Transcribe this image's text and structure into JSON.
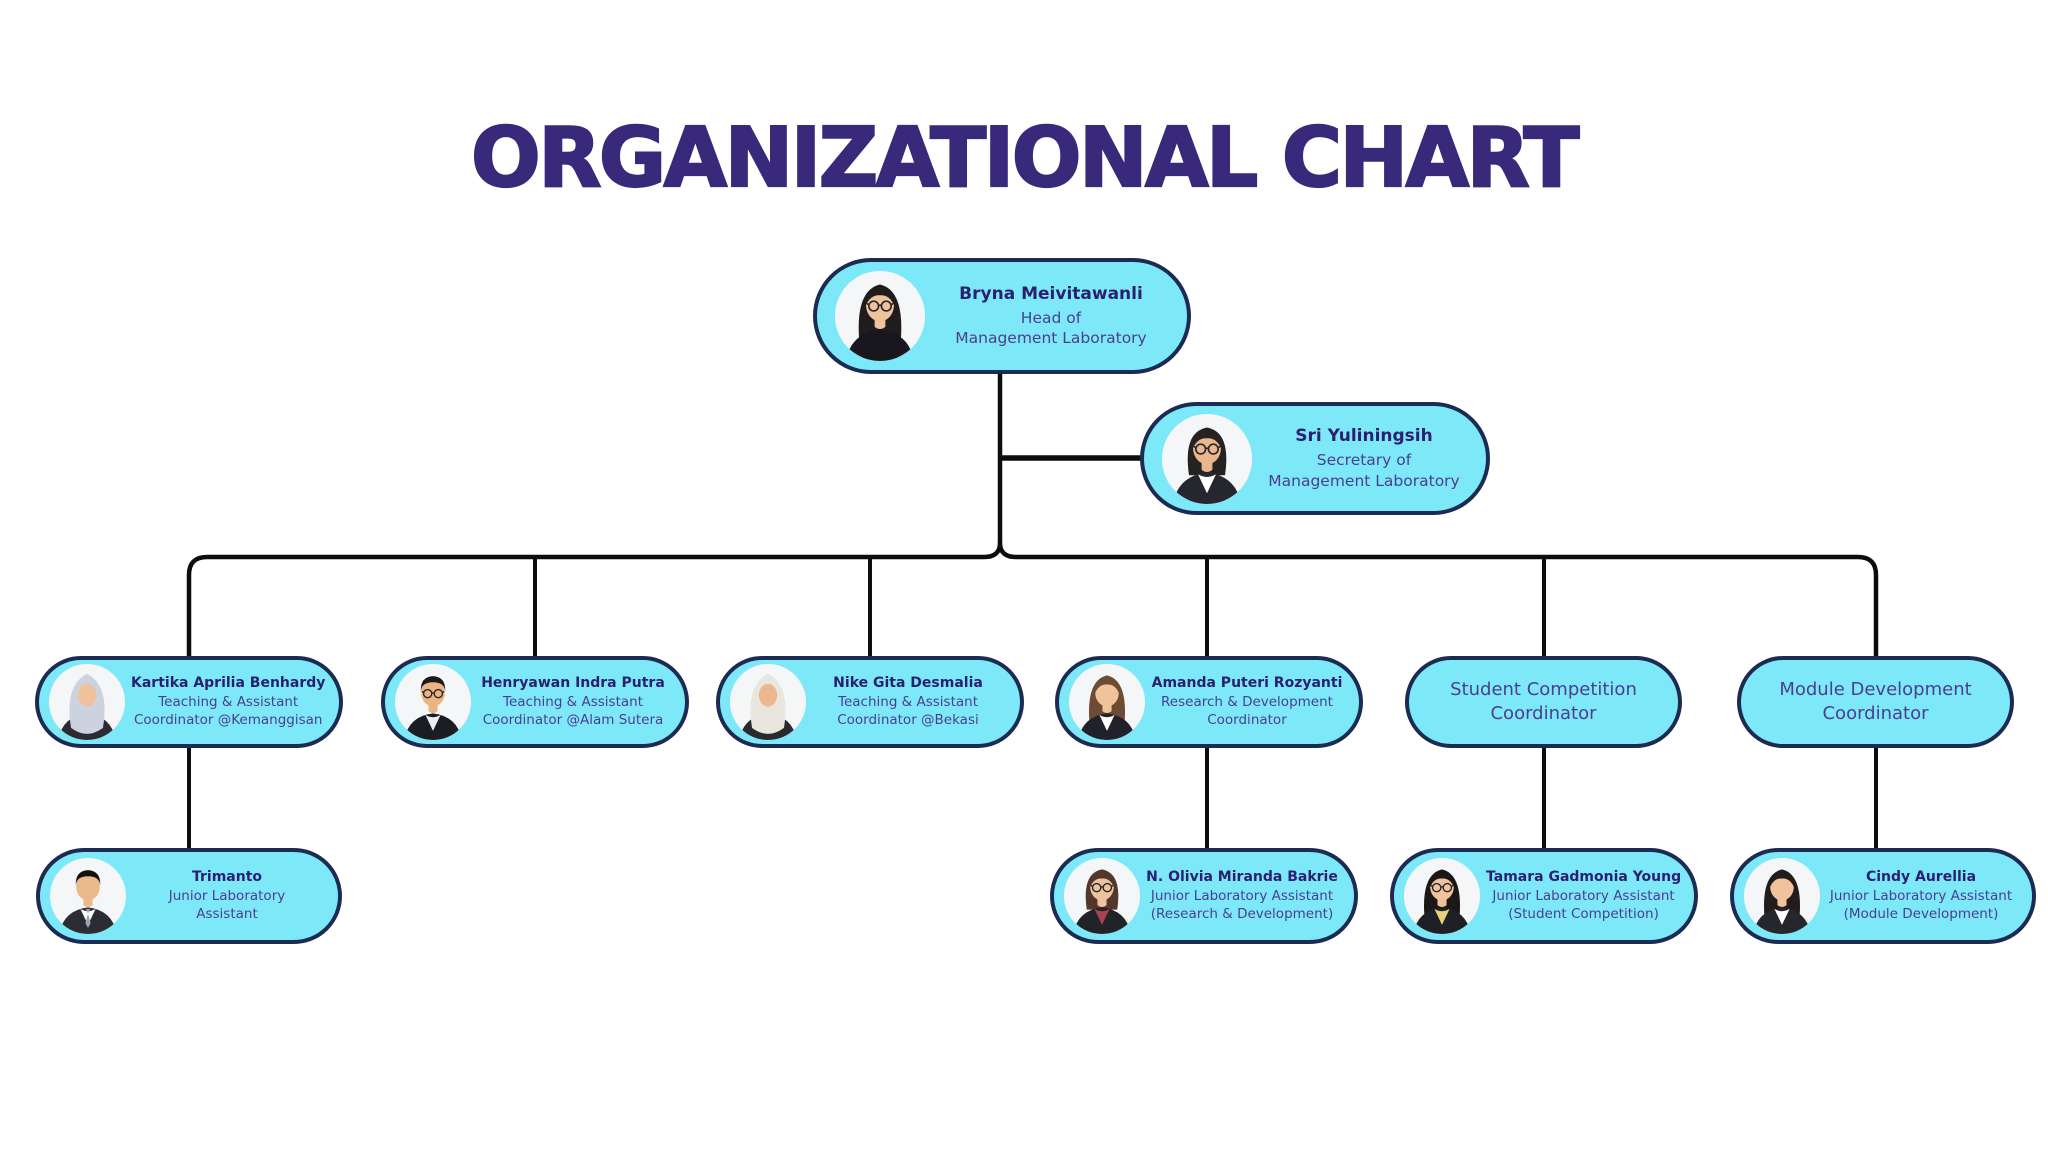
{
  "title": "ORGANIZATIONAL CHART",
  "colors": {
    "background": "#ffffff",
    "title": "#38297b",
    "box_fill": "#7de9f8",
    "box_border": "#1c2b52",
    "name_text": "#2b1f70",
    "role_text": "#4b3d92",
    "line": "#0d0d10"
  },
  "nodes": [
    {
      "name": "Bryna Meivitawanli",
      "role": [
        "Head of",
        "Management Laboratory"
      ],
      "avatar": {
        "style": "long",
        "hair_color": "#211c1c",
        "glasses": true,
        "suit": "#17171d",
        "skin": "#eec29c",
        "bg": "#f4f6f8"
      }
    },
    {
      "name": "Sri Yuliningsih",
      "role": [
        "Secretary of",
        "Management Laboratory"
      ],
      "avatar": {
        "style": "bob",
        "hair_color": "#262222",
        "glasses": true,
        "suit": "#26262e",
        "shirt": "#ffffff",
        "skin": "#e9b68d",
        "bg": "#f4f6f8"
      }
    },
    {
      "name": "Kartika Aprilia Benhardy",
      "role": [
        "Teaching & Assistant",
        "Coordinator @Kemanggisan"
      ],
      "avatar": {
        "style": "hijab",
        "hijab": "#ccd2de",
        "suit": "#2b2c33",
        "skin": "#efc29b",
        "glasses": false,
        "bg": "#f4f6f8"
      }
    },
    {
      "name": "Henryawan Indra Putra",
      "role": [
        "Teaching & Assistant",
        "Coordinator @Alam Sutera"
      ],
      "avatar": {
        "style": "man",
        "hair_color": "#1d1a18",
        "glasses": true,
        "suit": "#1c1d23",
        "shirt": "#e9eef3",
        "skin": "#e9b583",
        "bg": "#f4f6f8"
      }
    },
    {
      "name": "Nike Gita Desmalia",
      "role": [
        "Teaching & Assistant",
        "Coordinator @Bekasi"
      ],
      "avatar": {
        "style": "hijab",
        "hijab": "#e9e6dd",
        "suit": "#292a30",
        "skin": "#eab98f",
        "glasses": false,
        "bg": "#f4f6f8"
      }
    },
    {
      "name": "Amanda Puteri Rozyanti",
      "role": [
        "Research & Development",
        "Coordinator"
      ],
      "avatar": {
        "style": "long",
        "hair_color": "#6e4c34",
        "suit": "#20212a",
        "shirt": "#ffffff",
        "skin": "#f0c39c",
        "glasses": false,
        "bg": "#f4f6f8"
      }
    },
    {
      "label": [
        "Student Competition",
        "Coordinator"
      ]
    },
    {
      "label": [
        "Module Development",
        "Coordinator"
      ]
    },
    {
      "name": "Trimanto",
      "role": [
        "Junior Laboratory",
        "Assistant"
      ],
      "avatar": {
        "style": "man",
        "hair_color": "#16130f",
        "suit": "#2c2d33",
        "shirt": "#ffffff",
        "tie": "#9aa3ae",
        "skin": "#eab98c",
        "glasses": false,
        "bg": "#f4f6f8"
      }
    },
    {
      "name": "N. Olivia Miranda Bakrie",
      "role": [
        "Junior Laboratory Assistant",
        "(Research & Development)"
      ],
      "avatar": {
        "style": "bob",
        "hair_color": "#53362c",
        "glasses": true,
        "suit": "#222329",
        "shirt": "#a84250",
        "skin": "#eec29c",
        "bg": "#f4f6f8"
      }
    },
    {
      "name": "Tamara Gadmonia Young",
      "role": [
        "Junior Laboratory Assistant",
        "(Student Competition)"
      ],
      "avatar": {
        "style": "long",
        "hair_color": "#1b1717",
        "glasses": true,
        "suit": "#1f2026",
        "shirt": "#e7cf7c",
        "skin": "#f0c39c",
        "bg": "#f4f6f8"
      }
    },
    {
      "name": "Cindy Aurellia",
      "role": [
        "Junior Laboratory Assistant",
        "(Module Development)"
      ],
      "avatar": {
        "style": "long",
        "hair_color": "#221c1c",
        "glasses": false,
        "suit": "#26262d",
        "shirt": "#ffffff",
        "skin": "#f0c39c",
        "bg": "#f4f6f8"
      }
    }
  ]
}
